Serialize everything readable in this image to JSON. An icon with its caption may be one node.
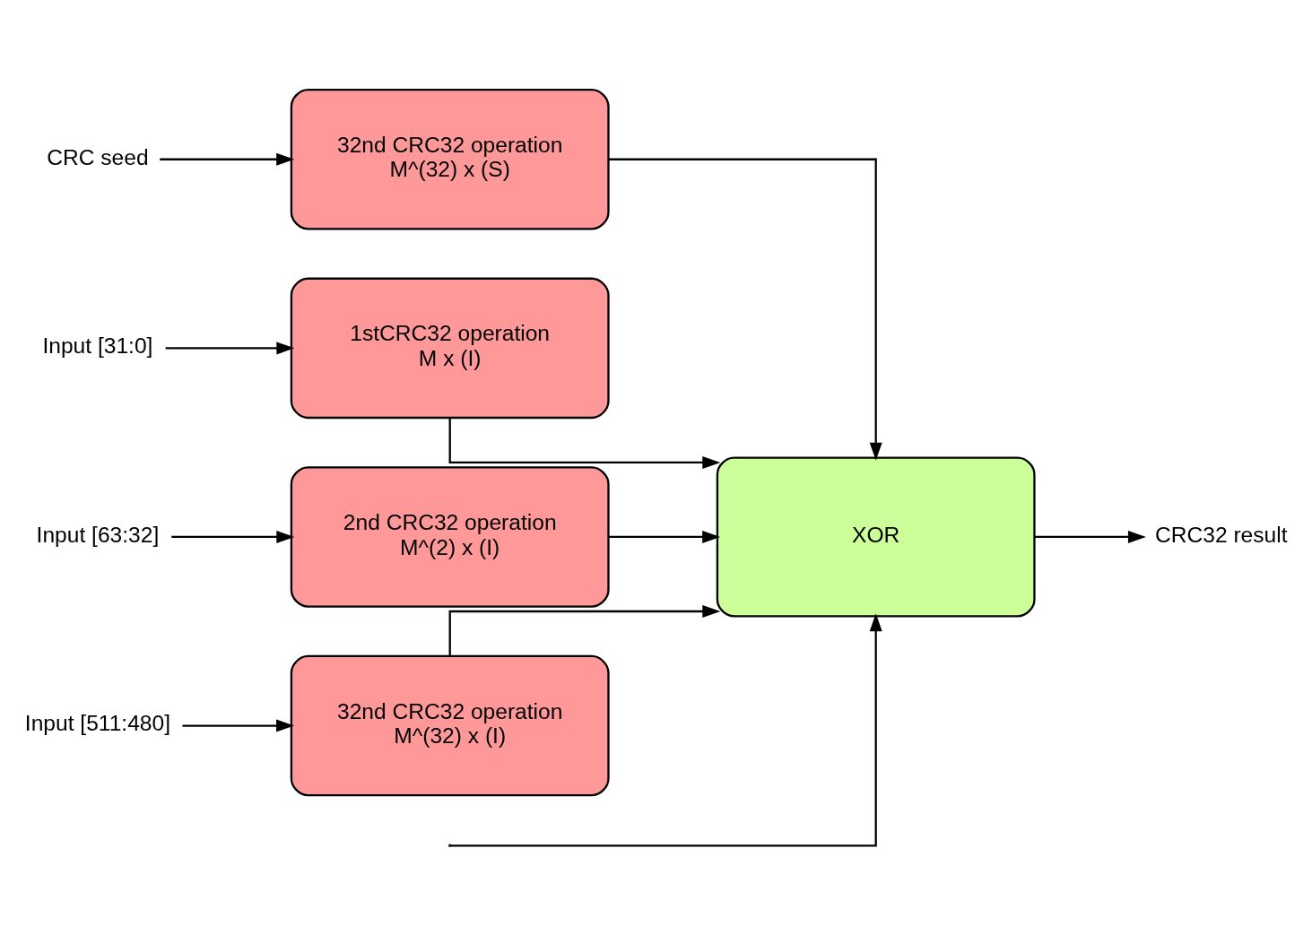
{
  "diagram": {
    "nodes": [
      {
        "text": [
          "CRC seed"
        ]
      },
      {
        "text": [
          "32nd CRC32 operation",
          "M^(32) x (S)"
        ]
      },
      {
        "text": [
          "Input [31:0]"
        ]
      },
      {
        "text": [
          "1stCRC32 operation",
          "M x (I)"
        ]
      },
      {
        "text": [
          "Input [63:32]"
        ]
      },
      {
        "text": [
          "2nd CRC32 operation",
          "M^(2) x (I)"
        ]
      },
      {
        "text": [
          "Input [511:480]"
        ]
      },
      {
        "text": [
          "32nd CRC32 operation",
          "M^(32) x (I)"
        ]
      },
      {
        "text": [
          "XOR"
        ]
      },
      {
        "text": [
          "CRC32 result"
        ]
      }
    ],
    "edges": [
      {
        "from": 0,
        "to": 1,
        "arrow": "to"
      },
      {
        "from": 1,
        "to": 8,
        "arrow": "to"
      },
      {
        "from": 2,
        "to": 3,
        "arrow": "to"
      },
      {
        "from": 3,
        "to": 8,
        "arrow": "to"
      },
      {
        "from": 4,
        "to": 5,
        "arrow": "to"
      },
      {
        "from": 5,
        "to": 8,
        "arrow": "to"
      },
      {
        "from": null,
        "to": 8,
        "arrow": "to"
      },
      {
        "from": 6,
        "to": 7,
        "arrow": "to"
      },
      {
        "from": 7,
        "to": 8,
        "arrow": "to"
      },
      {
        "from": 8,
        "to": 9,
        "arrow": "to"
      }
    ]
  }
}
